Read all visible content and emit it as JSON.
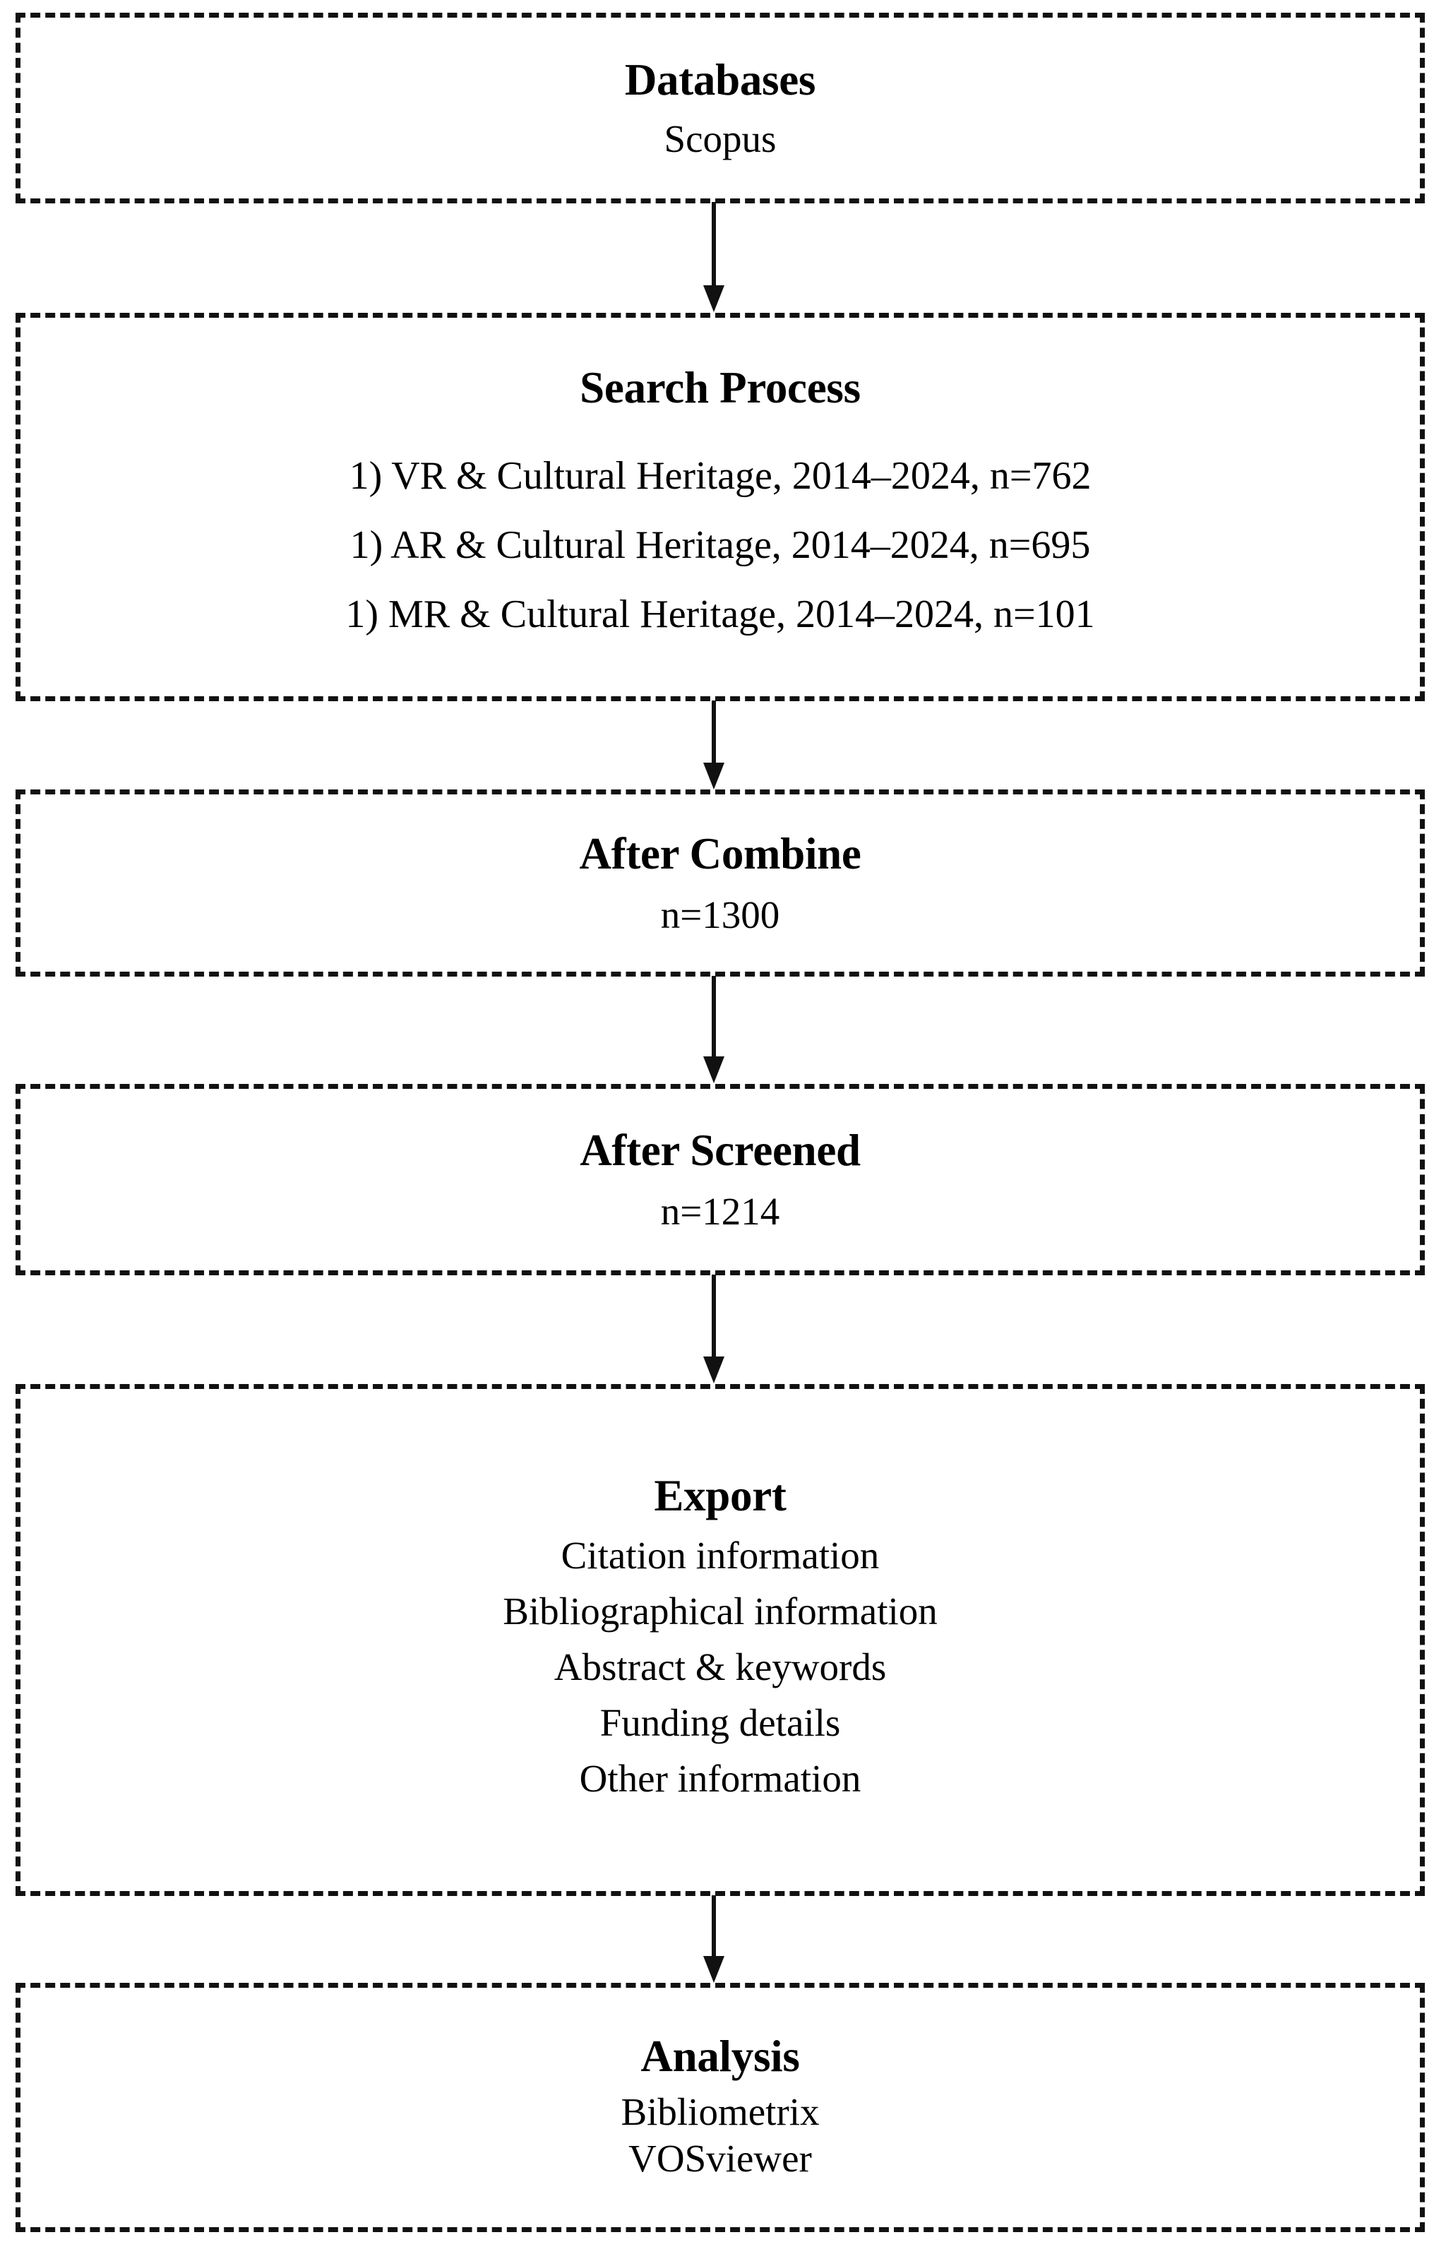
{
  "diagram": {
    "type": "flowchart",
    "orientation": "vertical",
    "background_color": "#ffffff",
    "line_color": "#111111",
    "border_style": "dashed",
    "arrow_style": "solid-line-filled-triangle-head",
    "nodes": [
      {
        "id": "databases",
        "title": "Databases",
        "lines": [
          "Scopus"
        ]
      },
      {
        "id": "search-process",
        "title": "Search Process",
        "lines": [
          "1) VR & Cultural Heritage, 2014–2024, n=762",
          "1) AR & Cultural Heritage, 2014–2024, n=695",
          "1) MR & Cultural Heritage, 2014–2024, n=101"
        ]
      },
      {
        "id": "after-combine",
        "title": "After Combine",
        "lines": [
          "n=1300"
        ]
      },
      {
        "id": "after-screened",
        "title": "After Screened",
        "lines": [
          "n=1214"
        ]
      },
      {
        "id": "export",
        "title": "Export",
        "lines": [
          "Citation information",
          "Bibliographical information",
          "Abstract & keywords",
          "Funding details",
          "Other information"
        ]
      },
      {
        "id": "analysis",
        "title": "Analysis",
        "lines": [
          "Bibliometrix",
          "VOSviewer"
        ]
      }
    ],
    "edges": [
      {
        "id": "edge-1",
        "from": "databases",
        "to": "search-process"
      },
      {
        "id": "edge-2",
        "from": "search-process",
        "to": "after-combine"
      },
      {
        "id": "edge-3",
        "from": "after-combine",
        "to": "after-screened"
      },
      {
        "id": "edge-4",
        "from": "after-screened",
        "to": "export"
      },
      {
        "id": "edge-5",
        "from": "export",
        "to": "analysis"
      }
    ]
  }
}
